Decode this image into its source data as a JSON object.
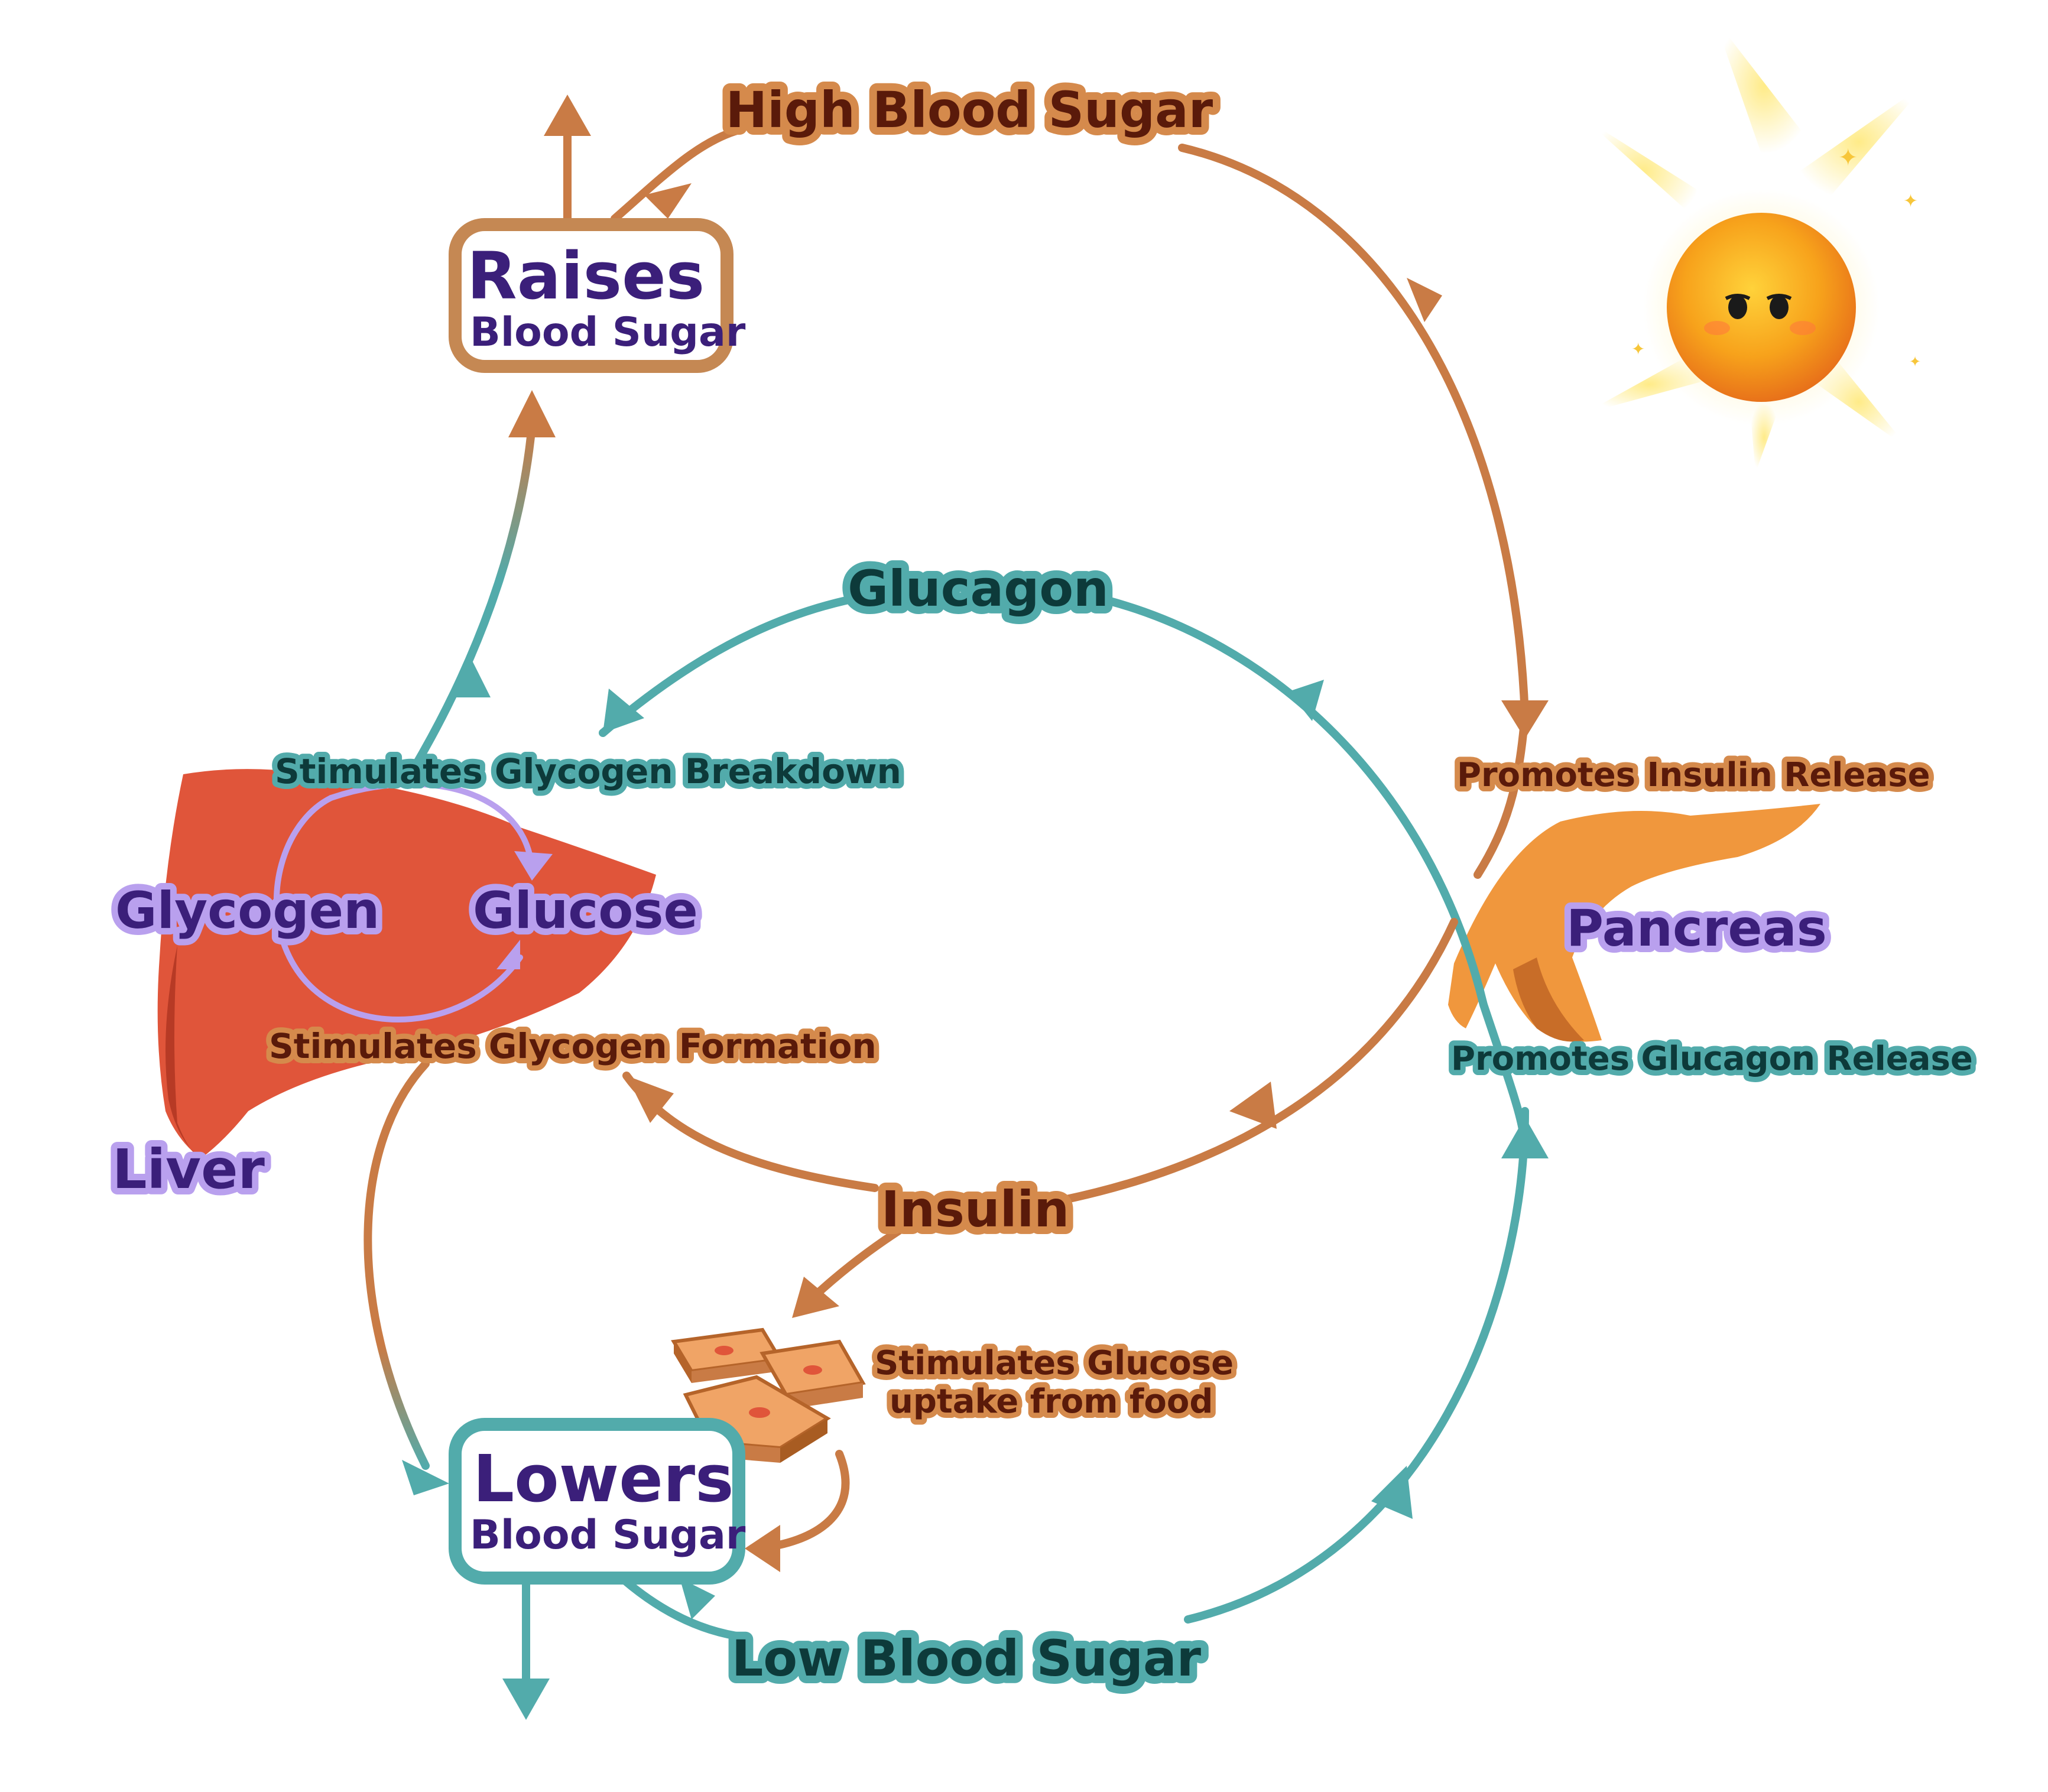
{
  "labels": {
    "high_blood_sugar": "High Blood Sugar",
    "low_blood_sugar": "Low Blood Sugar",
    "raises_title": "Raises",
    "raises_sub": "Blood Sugar",
    "lowers_title": "Lowers",
    "lowers_sub": "Blood Sugar",
    "glucagon": "Glucagon",
    "insulin": "Insulin",
    "stimulates_breakdown": "Stimulates Glycogen Breakdown",
    "stimulates_formation": "Stimulates Glycogen Formation",
    "glycogen": "Glycogen",
    "glucose": "Glucose",
    "liver": "Liver",
    "pancreas": "Pancreas",
    "promotes_insulin": "Promotes Insulin Release",
    "promotes_glucagon": "Promotes Glucagon Release",
    "uptake_line1": "Stimulates Glucose",
    "uptake_line2": "uptake from food"
  },
  "colors": {
    "orange_path": "#c97b45",
    "teal_path": "#52abab",
    "liver": "#e0553a",
    "pancreas": "#f0973d",
    "purple_text": "#3b1f7a",
    "sun": "#f7a21b"
  },
  "icons": {
    "sun": "smiling-sun-icon",
    "liver": "liver-organ-icon",
    "pancreas": "pancreas-organ-icon",
    "cells": "cells-icon"
  }
}
